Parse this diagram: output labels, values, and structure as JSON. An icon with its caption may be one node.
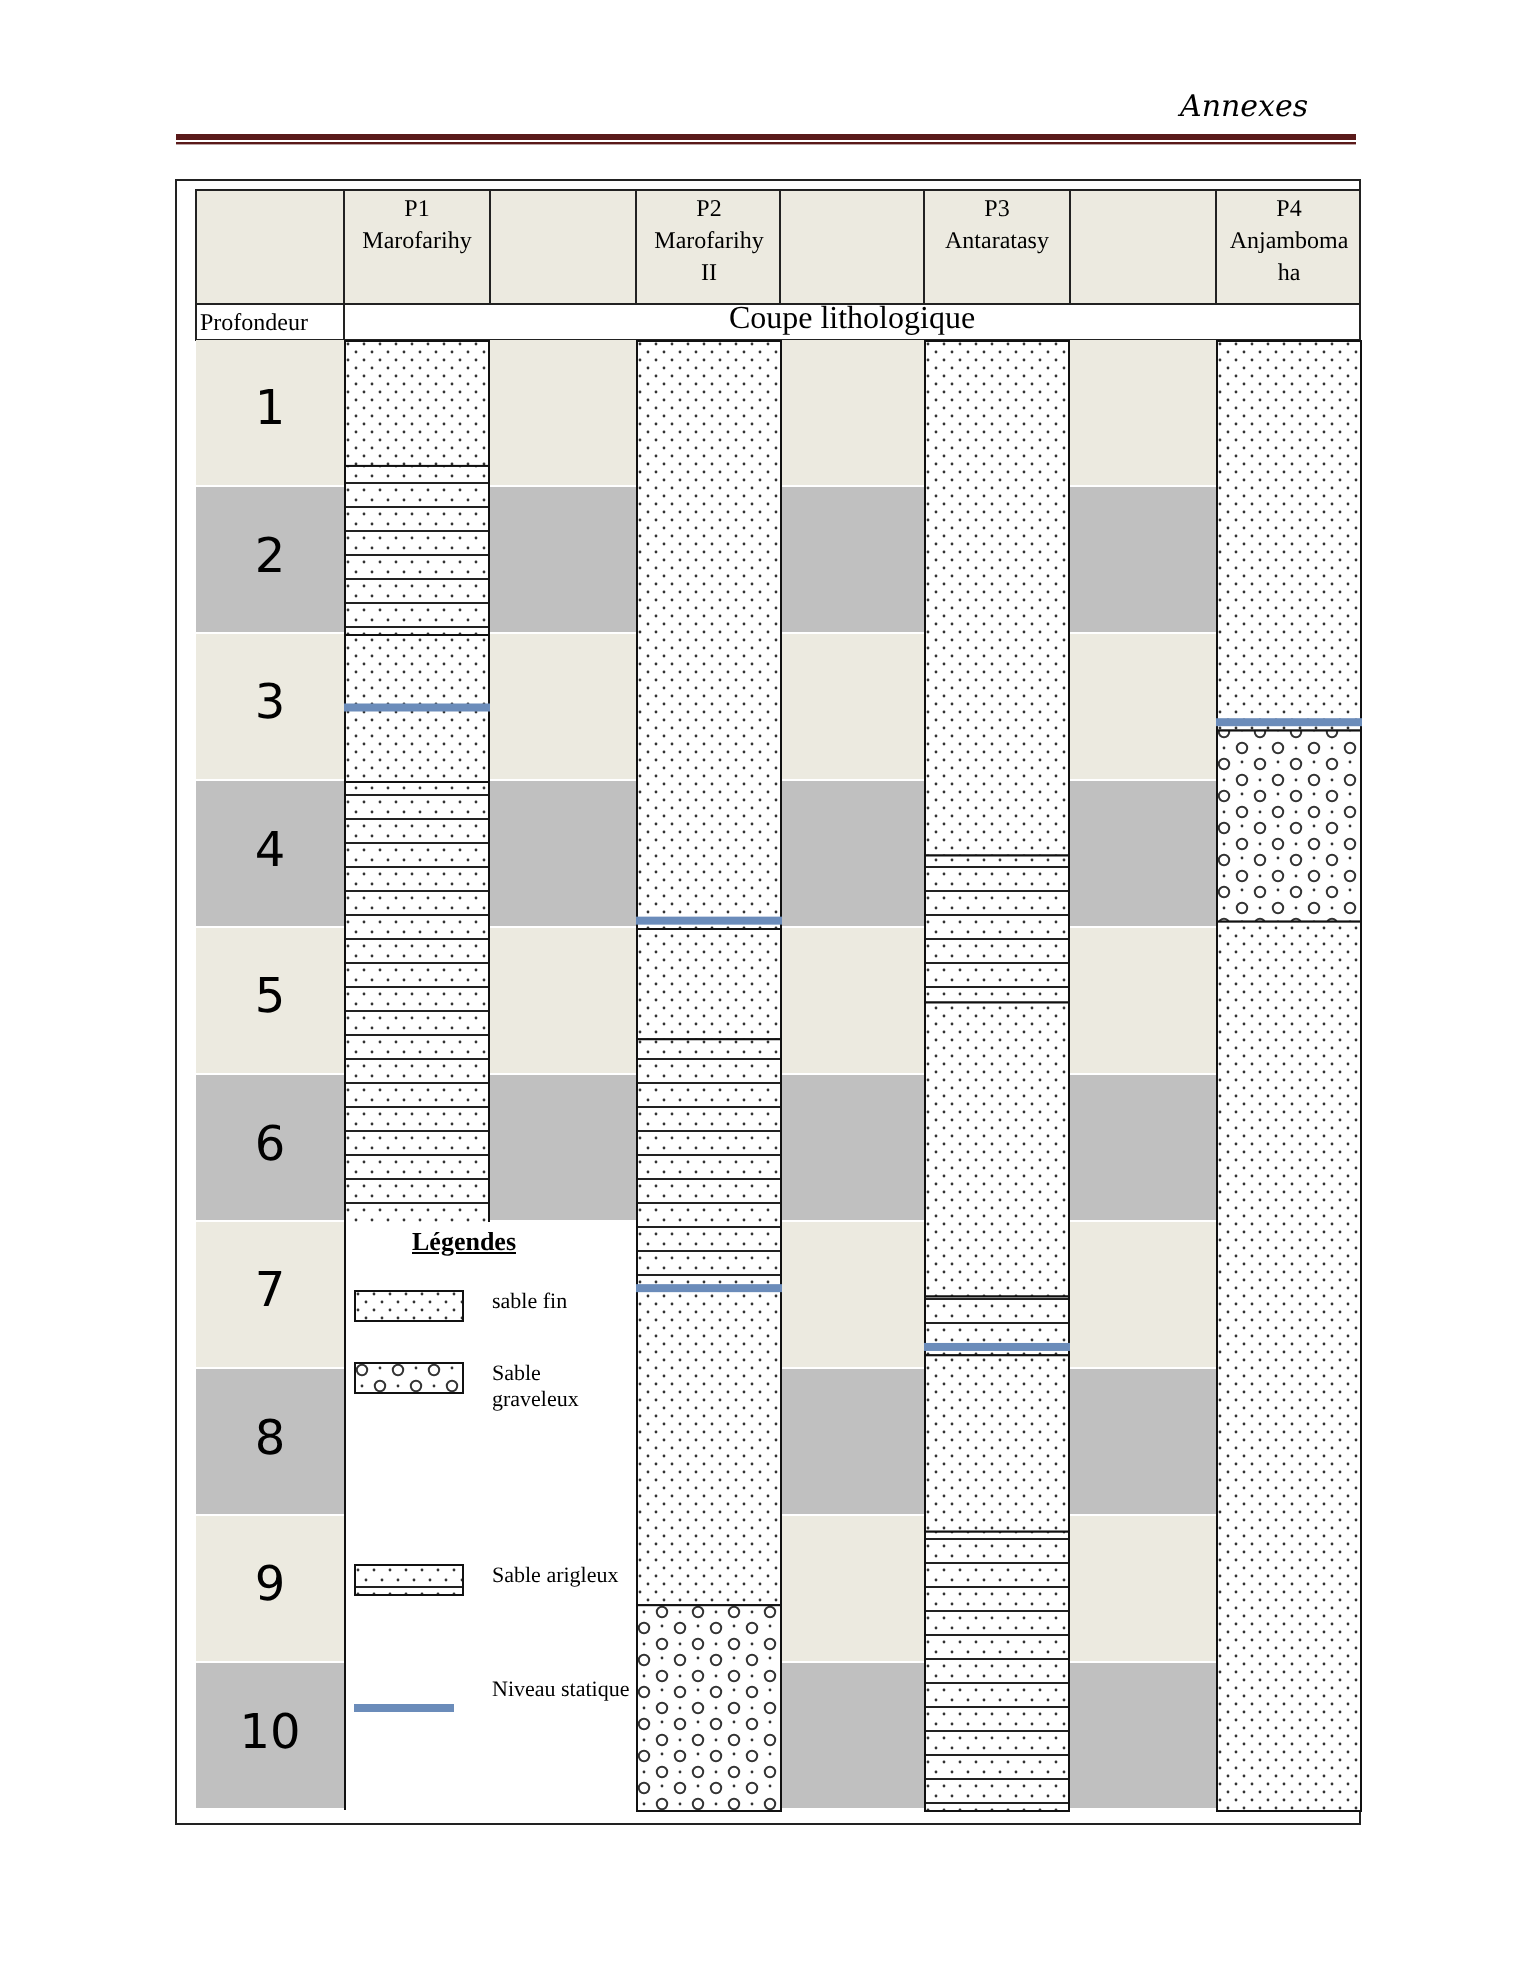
{
  "diagram": {
    "labels": [
      "Annexes",
      "P1 Marofarihy",
      "P2 Marofarihy II",
      "P3 Antaratasy",
      "P4 Anjambomaha",
      "Profondeur",
      "Coupe lithologique",
      "1",
      "2",
      "3",
      "4",
      "5",
      "6",
      "7",
      "8",
      "9",
      "10",
      "Légendes"
    ],
    "legend": [
      {
        "text": "sable fin"
      },
      {
        "text": "Sable graveleux"
      },
      {
        "text": "Sable arigleux"
      },
      {
        "text": "Niveau statique"
      }
    ]
  }
}
